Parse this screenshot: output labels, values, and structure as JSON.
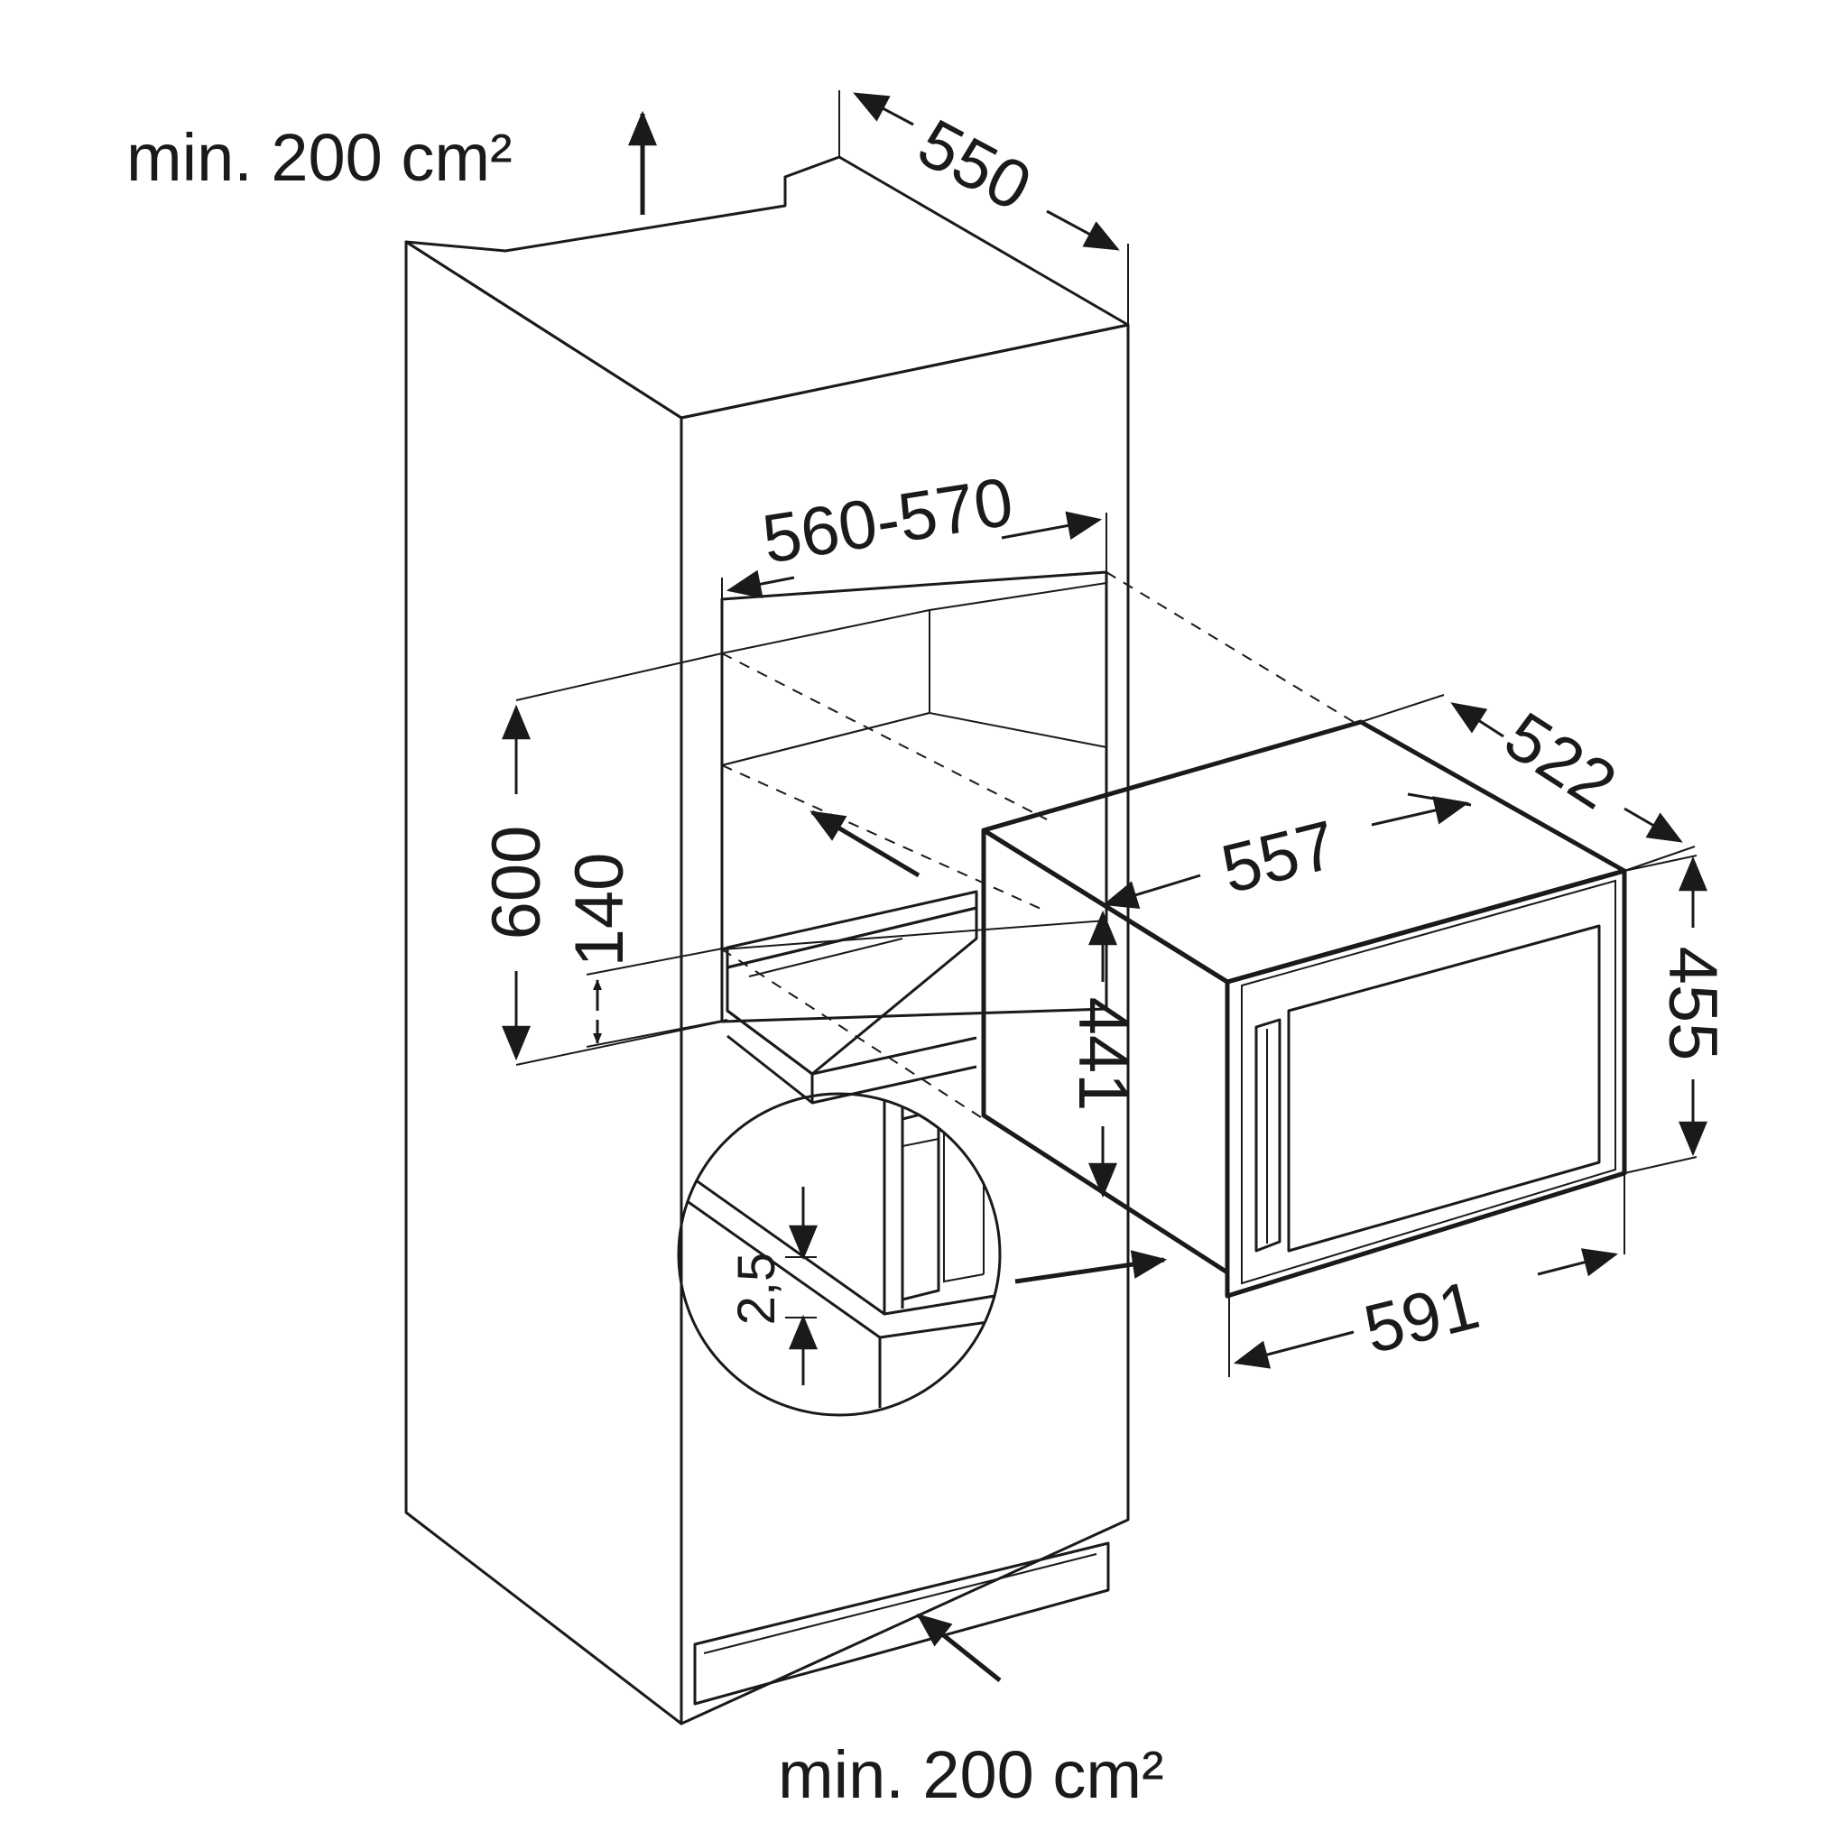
{
  "labels": {
    "top_vent": "min. 200 cm²",
    "bottom_vent": "min. 200 cm²",
    "cabinet_depth": "550",
    "niche_width": "560-570",
    "niche_height": "600",
    "plinth_height": "140",
    "appliance_depth": "522",
    "appliance_width": "557",
    "appliance_height": "441",
    "door_height": "455",
    "door_width": "591",
    "gap": "2,5"
  }
}
